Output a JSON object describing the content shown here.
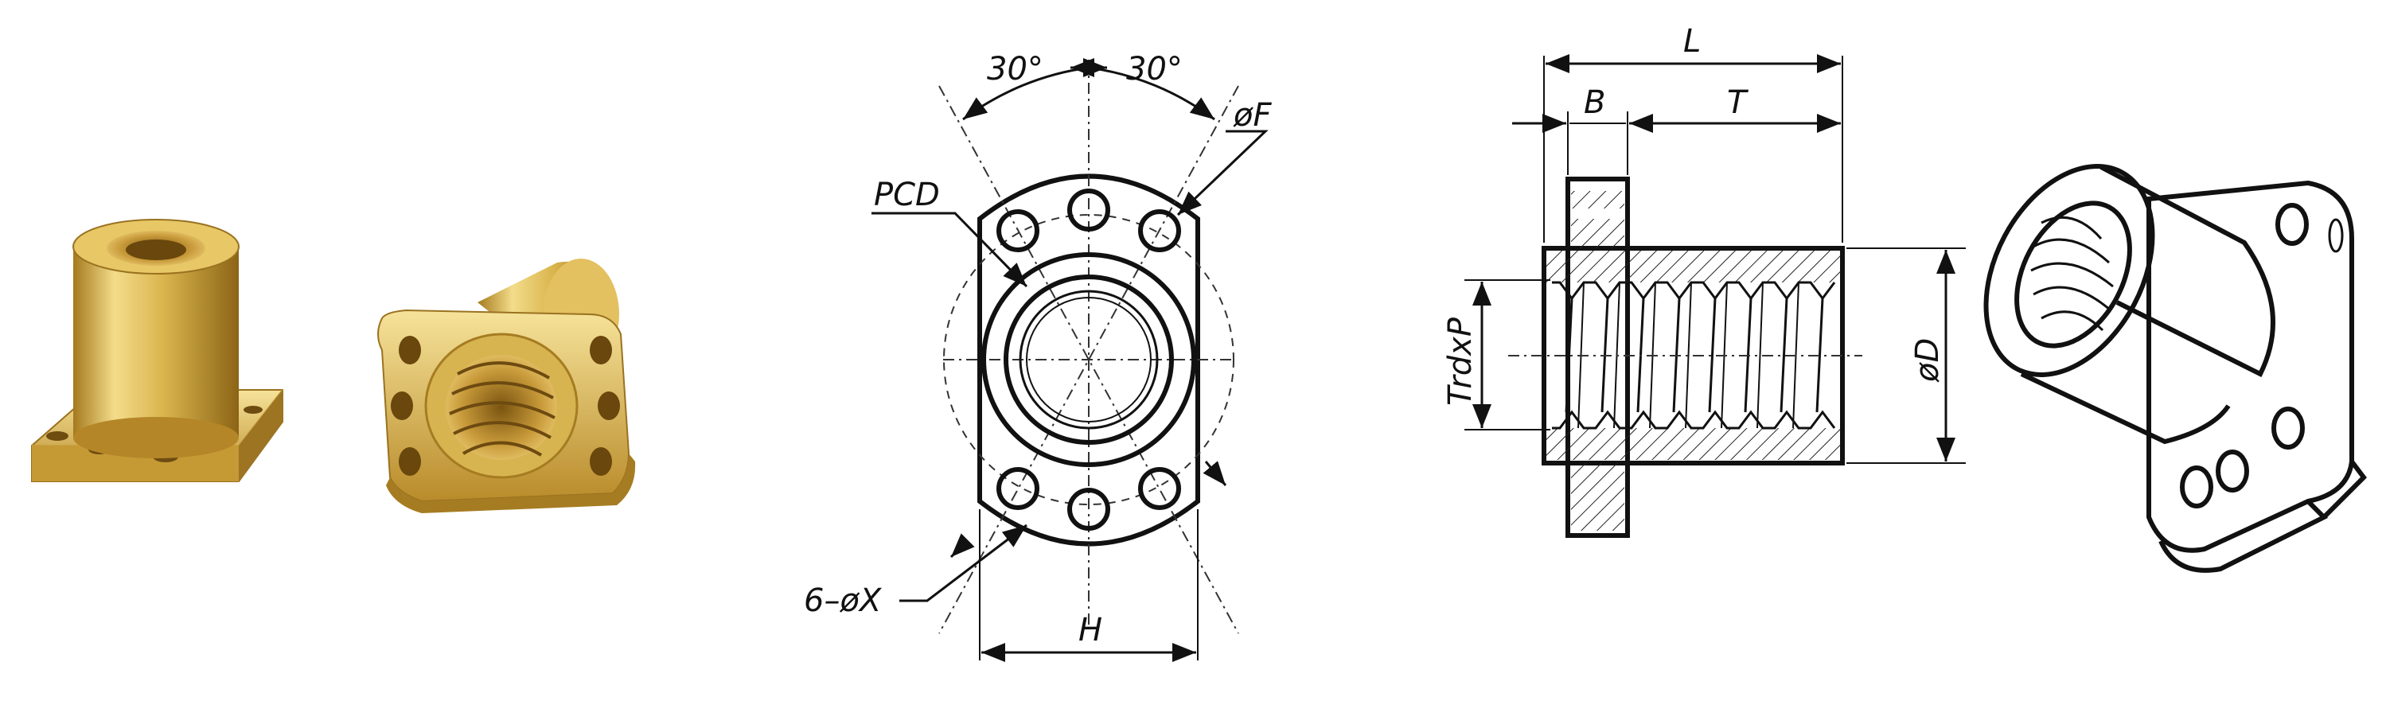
{
  "labels": {
    "angle_left": "30°",
    "angle_right": "30°",
    "pcd": "PCD",
    "flange_hole_dia": "øF",
    "holes": "6–øX",
    "height": "H",
    "length": "L",
    "flange_width": "B",
    "thread_length": "T",
    "thread_spec": "TrdxP",
    "outer_dia": "øD"
  },
  "colors": {
    "line": "#111111",
    "brass_light": "#f3dc8a",
    "brass_mid": "#d9b44c",
    "brass_dark": "#a57a1e"
  }
}
